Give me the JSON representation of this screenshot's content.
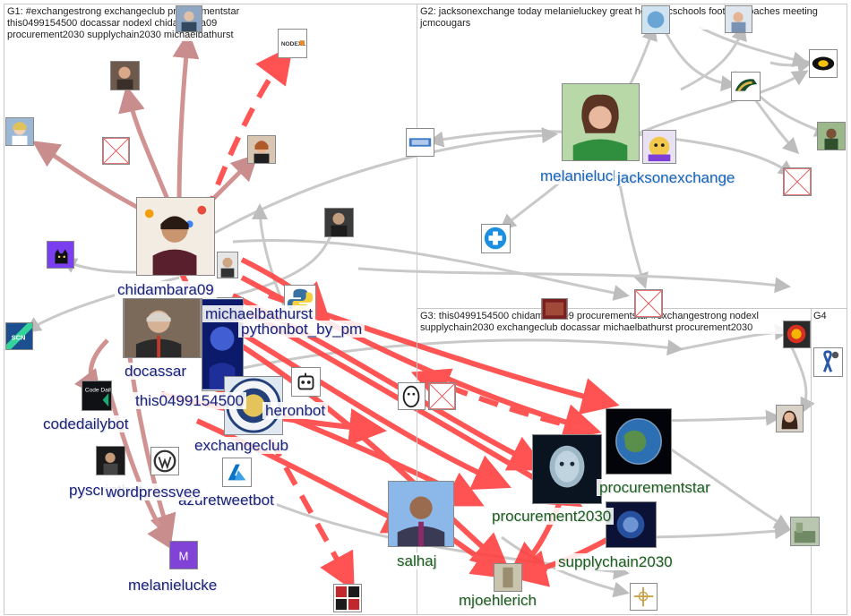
{
  "groups": [
    {
      "id": "G1",
      "label": "G1: #exchangestrong exchangeclub procurementstar this0499154500 docassar nodexl chidambara09 procurement2030 supplychain2030 michaelbathurst"
    },
    {
      "id": "G2",
      "label": "G2: jacksonexchange today melanieluckey great hear jmcschools football coaches meeting jcmcougars"
    },
    {
      "id": "G3",
      "label": "G3: this0499154500 chidambara09 procurementstar #exchangestrong nodexl supplychain2030 exchangeclub docassar michaelbathurst procurement2030"
    },
    {
      "id": "G4",
      "label": "G4"
    }
  ],
  "node_labels": {
    "chidambara09": "chidambara09",
    "michaelbathurst": "michaelbathurst",
    "pythonbot": "pythonbot_by_pm",
    "docassar": "docassar",
    "this0499154500": "this0499154500",
    "codedailybot": "codedailybot",
    "exchangeclub": "exchangeclub",
    "heronbot": "heronbot",
    "pyscriptbot": "pyscriptbot",
    "wordpressvee": "wordpressvee",
    "azuretweetbot": "azuretweetbot",
    "melanielucke": "melanielucke",
    "melanieluckey": "melanieluckey",
    "jacksonexchange": "jacksonexchange",
    "procurementstar": "procurementstar",
    "procurement2030": "procurement2030",
    "supplychain2030": "supplychain2030",
    "salhaj": "salhaj",
    "mjoehlerich": "mjoehlerich"
  },
  "icons": {
    "nodexl": "NODEXL",
    "fcbh": "FCLH",
    "m_avatar": "M",
    "codedaily": "Code Daily Bot",
    "scn": "SCN"
  },
  "colors": {
    "g1_edge": "#ff3b3b",
    "g1_edge_soft": "#c98080",
    "gray_edge": "#c4c4c4",
    "g1_text": "#1a237e",
    "g2_text": "#1565c0",
    "g3_text": "#1b5e20"
  }
}
